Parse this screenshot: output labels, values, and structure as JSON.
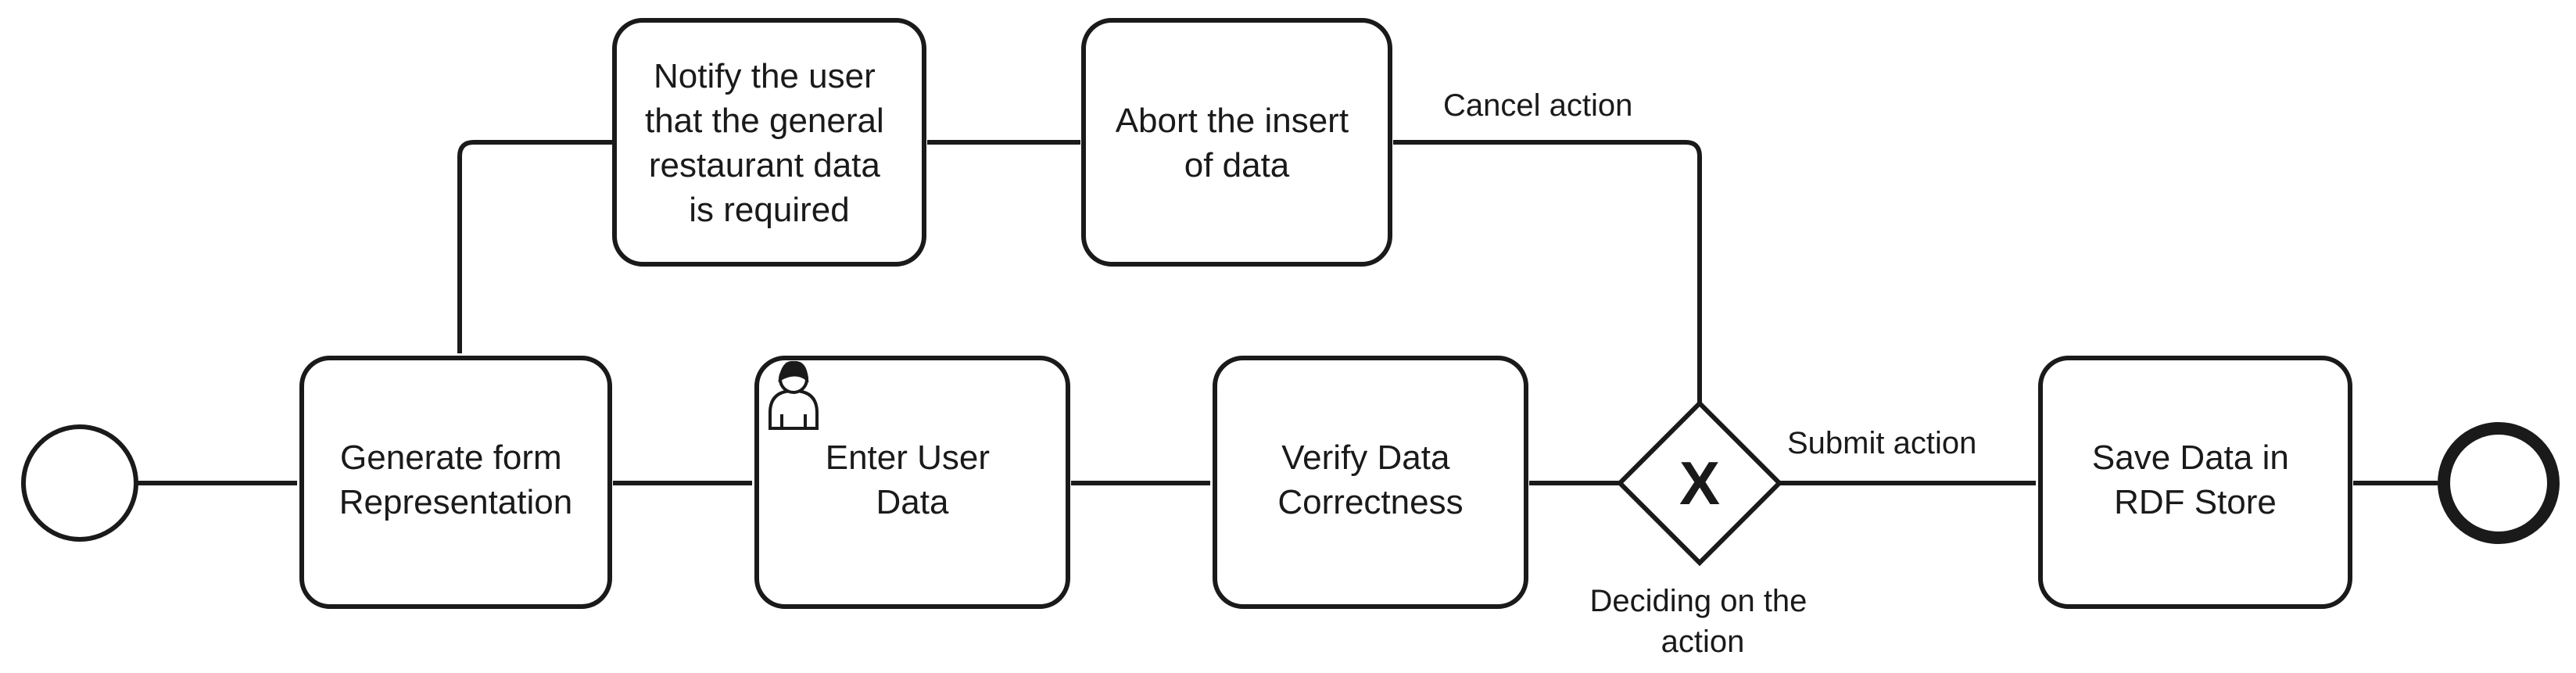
{
  "diagram": {
    "tasks": {
      "notify": [
        "Notify the",
        "user",
        "that the general",
        "restaurant data",
        "is required"
      ],
      "abort": [
        "Abort the insert",
        "of data"
      ],
      "generate": [
        "Generate form",
        "Representation"
      ],
      "enter": [
        "Enter User",
        "Data"
      ],
      "verify": [
        "Verify Data",
        "Correctness"
      ],
      "save": [
        "Save Data in",
        "RDF Store"
      ]
    },
    "gateway": {
      "symbol": "X",
      "label": [
        "Deciding on the",
        "action"
      ]
    },
    "flows": {
      "cancel": "Cancel action",
      "submit": "Submit action"
    },
    "icons": {
      "user_task": "user-icon",
      "gateway": "exclusive-gateway-icon",
      "start": "start-event-icon",
      "end": "end-event-icon"
    }
  }
}
